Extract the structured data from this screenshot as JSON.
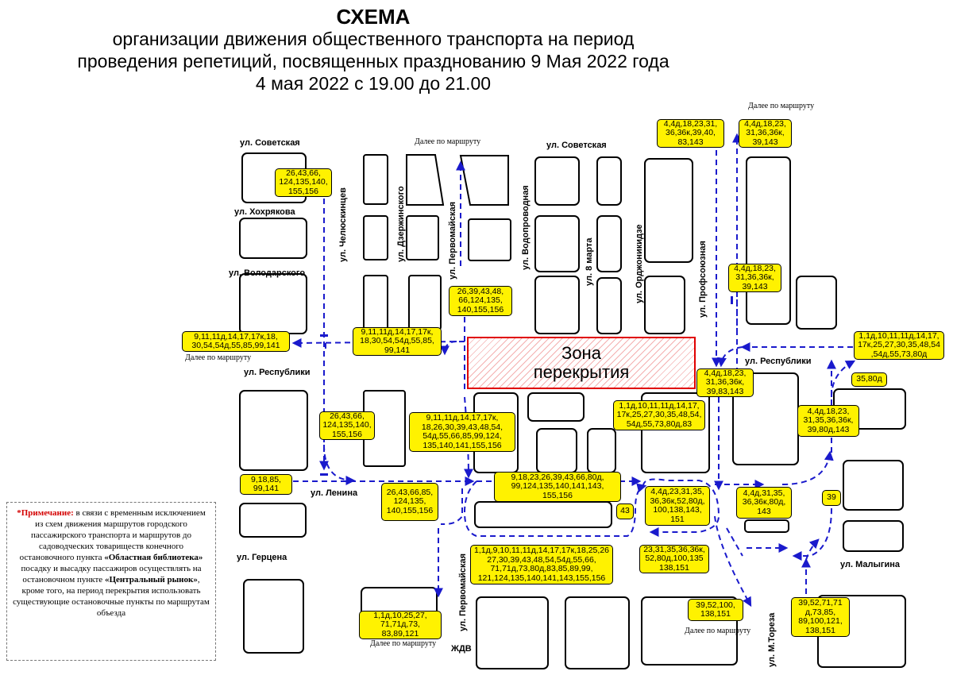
{
  "header": {
    "title": "СХЕМА",
    "line2": "организации движения общественного транспорта на период",
    "line3": "проведения репетиций, посвященных празднованию 9 Мая 2022 года",
    "line4": "4 мая 2022 с 19.00 до 21.00"
  },
  "zone": {
    "label": "Зона\nперекрытия"
  },
  "streets": {
    "sovetskaya_left": "ул. Советская",
    "sovetskaya_mid": "ул. Советская",
    "khokhryakova": "ул. Хохрякова",
    "volodarskogo": "ул. Володарского",
    "respubliki_left": "ул. Республики",
    "respubliki_right": "ул. Республики",
    "lenina": "ул. Ленина",
    "gertsena": "ул. Герцена",
    "malygina": "ул. Малыгина",
    "chelyuskintsev": "ул. Челюскинцев",
    "dzerzhinskogo": "ул. Дзержинского",
    "pervomayskaya_top": "ул. Первомайская",
    "vodoprovodnaya": "ул. Водопроводная",
    "marta8": "ул. 8 марта",
    "ordzhonikidze": "ул. Орджоникидзе",
    "profsoyuznaya": "ул. Профсоюзная",
    "pervomayskaya_bottom": "ул. Первомайская",
    "toreza": "ул. М.Тореза",
    "zhdv": "ЖДВ"
  },
  "further": {
    "top_mid": "Далее по маршруту",
    "top_right": "Далее по маршруту",
    "left": "Далее по маршруту",
    "bottom_left": "Далее по маршруту",
    "bottom_right": "Далее по маршруту"
  },
  "routes": {
    "r01": "26,43,66,\n124,135,140,\n155,156",
    "r02": "4,4д,18,23,31,\n36,36к,39,40,\n83,143",
    "r03": "4,4д,18,23,\n31,36,36к,\n39,143",
    "r04": "4,4д,18,23,\n31,36,36к,\n39,143",
    "r05": "26,39,43,48,\n66,124,135,\n140,155,156",
    "r06": "9,11,11д,14,17,17к,18,\n30,54,54д,55,85,99,141",
    "r07": "9,11,11д,14,17,17к,\n18,30,54,54д,55,85,\n99,141",
    "r08": "1,1д,10,11,11д,14,17,\n17к,25,27,30,35,48,54\n,54д,55,73,80д",
    "r09": "4,4д,18,23,\n31,36,36к,\n39,83,143",
    "r10": "35,80д",
    "r11": "26,43,66,\n124,135,140,\n155,156",
    "r12": "9,11,11д,14,17,17к,\n18,26,30,39,43,48,54,\n54д,55,66,85,99,124,\n135,140,141,155,156",
    "r13": "1,1д,10,11,11д,14,17,\n17к,25,27,30,35,48,54,\n54д,55,73,80д,83",
    "r14": "4,4д,18,23,\n31,35,36,36к,\n39,80д,143",
    "r15": "9,18,85,\n99,141",
    "r16": "26,43,66,85,\n124,135,\n140,155,156",
    "r17": "9,18,23,26,39,43,66,80д,\n99,124,135,140,141,143,\n155,156",
    "r18": "43",
    "r19": "4,4д,23,31,35,\n36,36к,52,80д,\n100,138,143,\n151",
    "r20": "4,4д,31,35,\n36,36к,80д,\n143",
    "r21": "39",
    "r22": "1,1д,9,10,11,11д,14,17,17к,18,25,26\n27,30,39,43,48,54,54д,55,66,\n71,71д,73,80д,83,85,89,99,\n121,124,135,140,141,143,155,156",
    "r23": "23,31,35,36,36к,\n52,80д,100,135\n138,151",
    "r24": "1,1д,10,25,27,\n71,71д,73,\n83,89,121",
    "r25": "39,52,100,\n138,151",
    "r26": "39,52,71,71\nд,73,85,\n89,100,121,\n138,151"
  },
  "note": {
    "label": "*Примечание:",
    "text1": " в связи с временным исключением из схем движения маршрутов городского пассажирского транспорта и маршрутов до садоводческих товариществ конечного остановочного пункта ",
    "stop1": "«Областная библиотека»",
    "text2": " посадку и высадку пассажиров осуществлять на остановочном пункте ",
    "stop2": "«Центральный рынок»",
    "text3": ", кроме того, на период перекрытия использовать существующие остановочные пункты по маршрутам объезда"
  },
  "colors": {
    "route_box": "#fff200",
    "arrow": "#1a1acc",
    "zone_border": "#e00000"
  }
}
